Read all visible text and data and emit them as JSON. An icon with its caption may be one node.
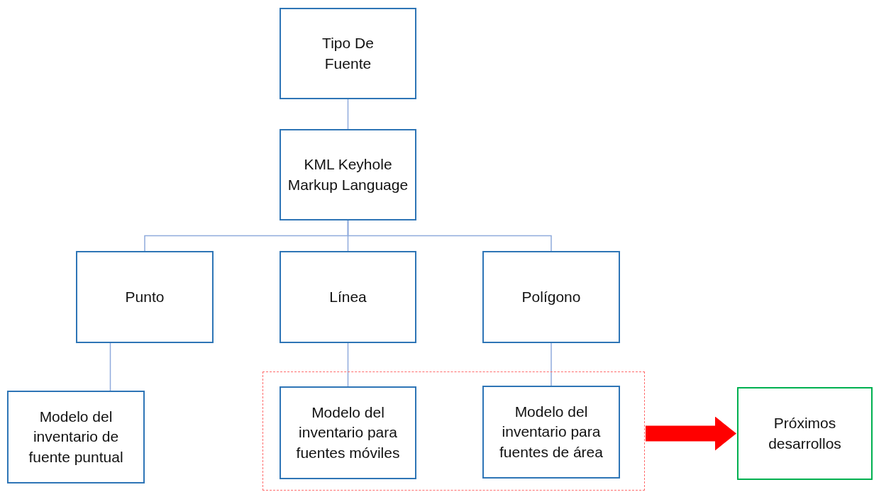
{
  "diagram": {
    "nodes": [
      {
        "text": [
          "Tipo De Fuente"
        ]
      },
      {
        "text": [
          "KML Keyhole Markup Language"
        ]
      },
      {
        "text": [
          "Punto"
        ]
      },
      {
        "text": [
          "Línea"
        ]
      },
      {
        "text": [
          "Polígono"
        ]
      },
      {
        "text": [],
        "shape": "box"
      },
      {
        "text": [
          "Modelo del inventario de fuente puntual"
        ]
      },
      {
        "text": [
          "Modelo del inventario para fuentes móviles"
        ],
        "in": 5
      },
      {
        "text": [
          "Modelo del inventario para fuentes de área"
        ],
        "in": 5
      },
      {
        "text": [
          "Próximos desarrollos"
        ]
      }
    ],
    "edges": [
      {
        "from": 0,
        "to": 1,
        "arrow": "none"
      },
      {
        "from": 1,
        "to": 2,
        "arrow": "none"
      },
      {
        "from": 1,
        "to": 3,
        "arrow": "none"
      },
      {
        "from": 1,
        "to": 4,
        "arrow": "none"
      },
      {
        "from": 2,
        "to": 6,
        "arrow": "none"
      },
      {
        "from": 3,
        "to": 7,
        "arrow": "none"
      },
      {
        "from": 4,
        "to": 8,
        "arrow": "none"
      },
      {
        "from": 5,
        "to": 9,
        "arrow": "to",
        "style": "thick",
        "color": "#ff0000"
      }
    ]
  }
}
